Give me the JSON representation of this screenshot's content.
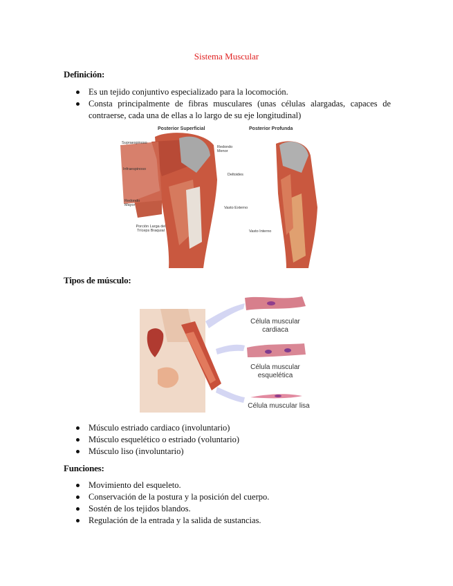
{
  "title": "Sistema Muscular",
  "definicion": {
    "heading": "Definición:",
    "items": [
      "Es un tejido conjuntivo especializado para la locomoción.",
      "Consta principalmente de fibras musculares (unas células alargadas, capaces de contraerse, cada una de ellas a lo largo de su eje longitudinal)"
    ]
  },
  "figura_brazo": {
    "panel_left": "Posterior Superficial",
    "panel_right": "Posterior Profunda",
    "labels": {
      "supraespinoso": "Supraespinoso",
      "infraespinoso": "Infraespinoso",
      "redondo_menor": "Redondo Menor",
      "deltoides": "Deltoides",
      "redondo_mayor": "Redondo Mayor",
      "vasto_externo": "Vasto Externo",
      "porcion_larga": "Porción Larga del Tríceps Braquial",
      "vasto_interno": "Vasto Interno"
    }
  },
  "tipos": {
    "heading": "Tipos de músculo:",
    "figure_labels": {
      "cardiaca": "Célula muscular cardiaca",
      "esqueletica": "Célula muscular esquelética",
      "lisa": "Célula muscular lisa"
    },
    "items": [
      "Músculo estriado cardiaco (involuntario)",
      "Músculo esquelético o estriado (voluntario)",
      "Músculo liso (involuntario)"
    ]
  },
  "funciones": {
    "heading": "Funciones:",
    "items": [
      "Movimiento del esqueleto.",
      "Conservación de la postura y la posición del cuerpo.",
      "Sostén de los tejidos blandos.",
      "Regulación de la entrada y la salida de sustancias."
    ]
  }
}
